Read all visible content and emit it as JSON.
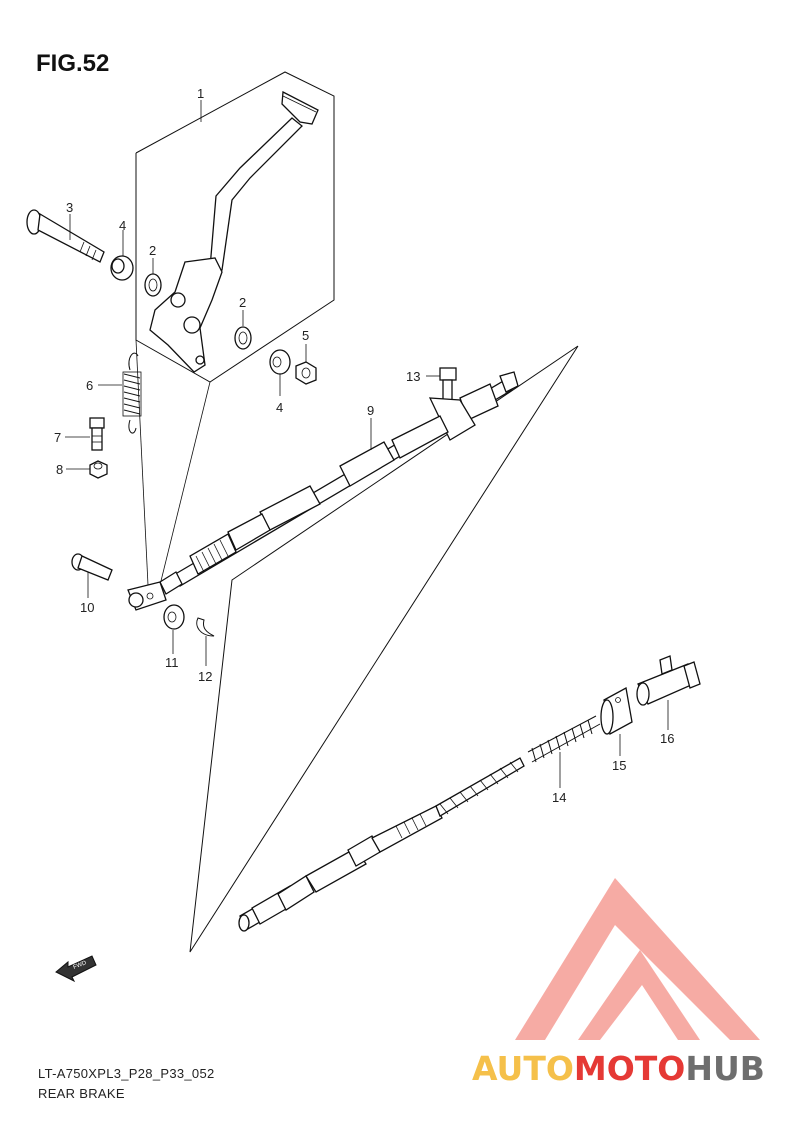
{
  "figure": {
    "title": "FIG.52",
    "code": "LT-A750XPL3_P28_P33_052",
    "name": "REAR BRAKE"
  },
  "callouts": [
    "1",
    "2",
    "2",
    "3",
    "4",
    "4",
    "5",
    "6",
    "7",
    "8",
    "9",
    "10",
    "11",
    "12",
    "13",
    "14",
    "15",
    "16"
  ],
  "fwd_label": "FWD",
  "watermark": {
    "part1": "AUTO",
    "part2": "MOTO",
    "part3": "HUB",
    "color_light": "#F5C04A",
    "color_red": "#E53935",
    "color_dark": "#6E6E6E",
    "triangle_color": "#F28B82"
  }
}
